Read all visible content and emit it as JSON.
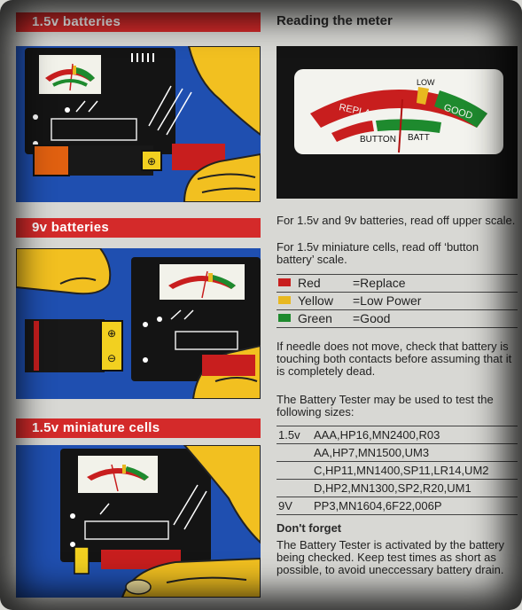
{
  "sections": {
    "aa_title": "1.5v batteries",
    "nine_v_title": "9v batteries",
    "mini_title": "1.5v miniature cells"
  },
  "meter": {
    "heading": "Reading the meter",
    "replace": "REPLACE",
    "low": "LOW",
    "good": "GOOD",
    "button": "BUTTON",
    "batt": "BATT"
  },
  "intro": {
    "line1": "For 1.5v and 9v batteries, read off upper scale.",
    "line2": "For 1.5v miniature cells, read off ‘button battery’ scale."
  },
  "legend": [
    {
      "color": "#c81e1e",
      "name": "Red",
      "meaning": "=Replace"
    },
    {
      "color": "#e8b820",
      "name": "Yellow",
      "meaning": "=Low Power"
    },
    {
      "color": "#1e8a2e",
      "name": "Green",
      "meaning": "=Good"
    }
  ],
  "needle_note": "If needle does not move, check that battery is touching both contacts before assuming that it is completely dead.",
  "sizes_intro": "The Battery Tester may be used to test the following sizes:",
  "sizes": [
    {
      "label": "1.5v",
      "value": "AAA,HP16,MN2400,R03"
    },
    {
      "label": "",
      "value": "AA,HP7,MN1500,UM3"
    },
    {
      "label": "",
      "value": "C,HP11,MN1400,SP11,LR14,UM2"
    },
    {
      "label": "",
      "value": "D,HP2,MN1300,SP2,R20,UM1"
    },
    {
      "label": "9V",
      "value": "PP3,MN1604,6F22,006P"
    }
  ],
  "dont_forget": {
    "title": "Don't forget",
    "body": "The Battery Tester is activated by the battery being checked. Keep test times as short as possible, to avoid uneccessary battery drain."
  },
  "colors": {
    "panel_blue": "#1f4fb0",
    "banner_red": "#d42a2a",
    "finger_yellow": "#f2c020",
    "red": "#c81e1e",
    "yellow": "#e8b820",
    "green": "#1e8a2e"
  }
}
